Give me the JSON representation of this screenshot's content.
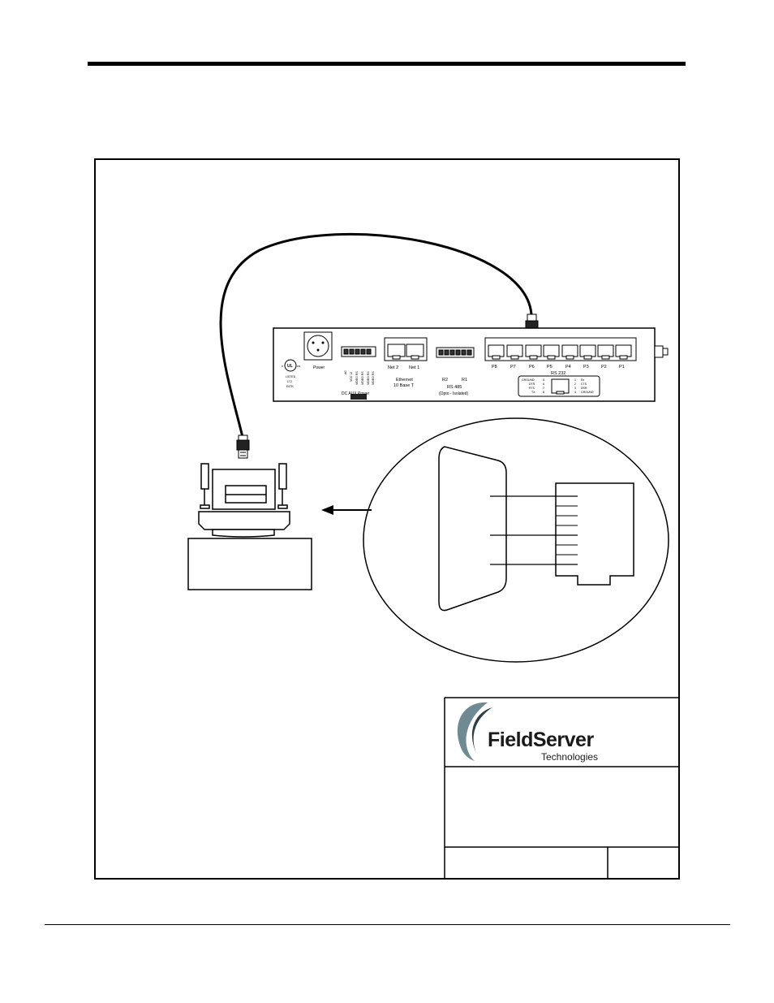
{
  "device_labels": {
    "power": "Power",
    "net2": "Net 2",
    "net1": "Net 1",
    "ethernet": "Ethernet",
    "ethernet_sub": "10 Base T",
    "r2": "R2",
    "r1": "R1",
    "rs485": "RS 485",
    "rs485_sub": "(Opto - Isolated)",
    "rs232": "RS 232",
    "dc_aux": "DC AUX Power",
    "ports": [
      "P8",
      "P7",
      "P6",
      "P5",
      "P4",
      "P3",
      "P2",
      "P1"
    ],
    "aux_terms": [
      "AC",
      "VCC 12",
      "VIDEO RS",
      "VIDEO RS",
      "VIDEO RS",
      "VIDEO RS"
    ],
    "pinout_left": [
      "GROUND",
      "DTR",
      "RTS",
      "TX"
    ],
    "pinout_left_nums": [
      "5",
      "6",
      "7",
      "8"
    ],
    "pinout_right_nums": [
      "1",
      "2",
      "3",
      "4"
    ],
    "pinout_right": [
      "Rx",
      "CTS",
      "DSR",
      "GROUND"
    ],
    "ul_mark": "UL",
    "ul_c": "c",
    "ul_us": "us",
    "ul_text": [
      "LISTED",
      "LTZ",
      "E6TK"
    ]
  },
  "logo": {
    "brand": "FieldServer",
    "sub": "Technologies"
  }
}
